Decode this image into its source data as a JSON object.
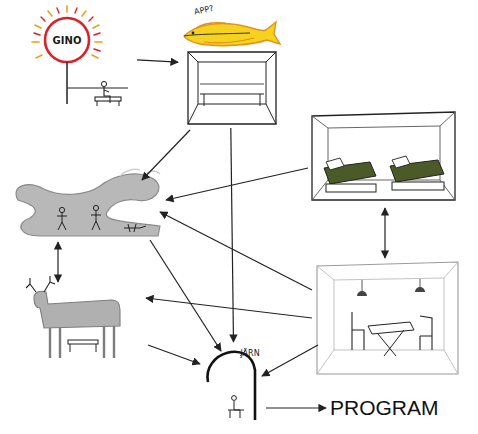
{
  "diagram": {
    "nodes": [
      {
        "text": [
          "GINO"
        ]
      },
      {
        "text": [
          "APP?"
        ]
      },
      {
        "text": [
          "JÄRN"
        ]
      }
    ],
    "edges": [
      {
        "from": 0,
        "to": 1,
        "arrow": "to"
      },
      {
        "from": 1,
        "to": 2,
        "arrow": "to"
      }
    ],
    "labels": [
      "PROGRAM"
    ]
  }
}
